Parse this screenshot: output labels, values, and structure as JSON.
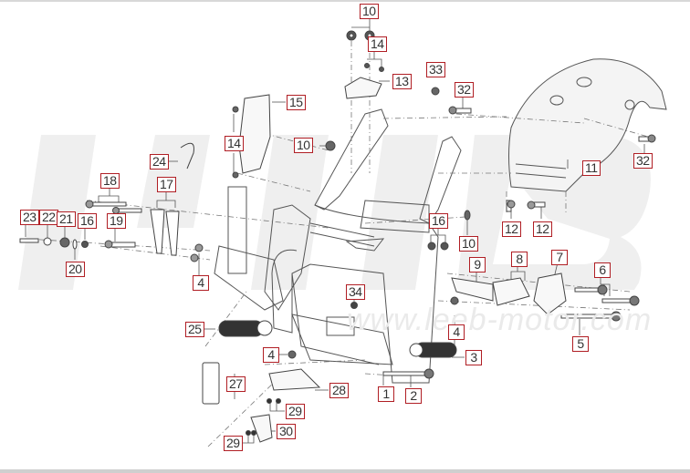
{
  "diagram": {
    "type": "exploded-parts-diagram",
    "subject": "motorcycle frame assembly",
    "watermark": {
      "logo_text": "LEEB",
      "url_text": "www.leeb-motor.com"
    },
    "colors": {
      "callout_border": "#b01e24",
      "line_art": "#555555",
      "watermark": "#ececec",
      "background": "#ffffff"
    },
    "callouts": [
      {
        "id": "c10a",
        "label": "10"
      },
      {
        "id": "c14a",
        "label": "14"
      },
      {
        "id": "c13",
        "label": "13"
      },
      {
        "id": "c33",
        "label": "33"
      },
      {
        "id": "c32a",
        "label": "32"
      },
      {
        "id": "c15",
        "label": "15"
      },
      {
        "id": "c14b",
        "label": "14"
      },
      {
        "id": "c10b",
        "label": "10"
      },
      {
        "id": "c24",
        "label": "24"
      },
      {
        "id": "c11",
        "label": "11"
      },
      {
        "id": "c32b",
        "label": "32"
      },
      {
        "id": "c18",
        "label": "18"
      },
      {
        "id": "c17",
        "label": "17"
      },
      {
        "id": "c23",
        "label": "23"
      },
      {
        "id": "c22",
        "label": "22"
      },
      {
        "id": "c21",
        "label": "21"
      },
      {
        "id": "c16a",
        "label": "16"
      },
      {
        "id": "c19",
        "label": "19"
      },
      {
        "id": "c20",
        "label": "20"
      },
      {
        "id": "c16b",
        "label": "16"
      },
      {
        "id": "c10c",
        "label": "10"
      },
      {
        "id": "c12a",
        "label": "12"
      },
      {
        "id": "c12b",
        "label": "12"
      },
      {
        "id": "c4a",
        "label": "4"
      },
      {
        "id": "c9",
        "label": "9"
      },
      {
        "id": "c8",
        "label": "8"
      },
      {
        "id": "c7",
        "label": "7"
      },
      {
        "id": "c6",
        "label": "6"
      },
      {
        "id": "c34",
        "label": "34"
      },
      {
        "id": "c25",
        "label": "25"
      },
      {
        "id": "c4b",
        "label": "4"
      },
      {
        "id": "c5",
        "label": "5"
      },
      {
        "id": "c4c",
        "label": "4"
      },
      {
        "id": "c3",
        "label": "3"
      },
      {
        "id": "c27",
        "label": "27"
      },
      {
        "id": "c28",
        "label": "28"
      },
      {
        "id": "c1",
        "label": "1"
      },
      {
        "id": "c2",
        "label": "2"
      },
      {
        "id": "c29a",
        "label": "29"
      },
      {
        "id": "c30",
        "label": "30"
      },
      {
        "id": "c29b",
        "label": "29"
      }
    ]
  }
}
